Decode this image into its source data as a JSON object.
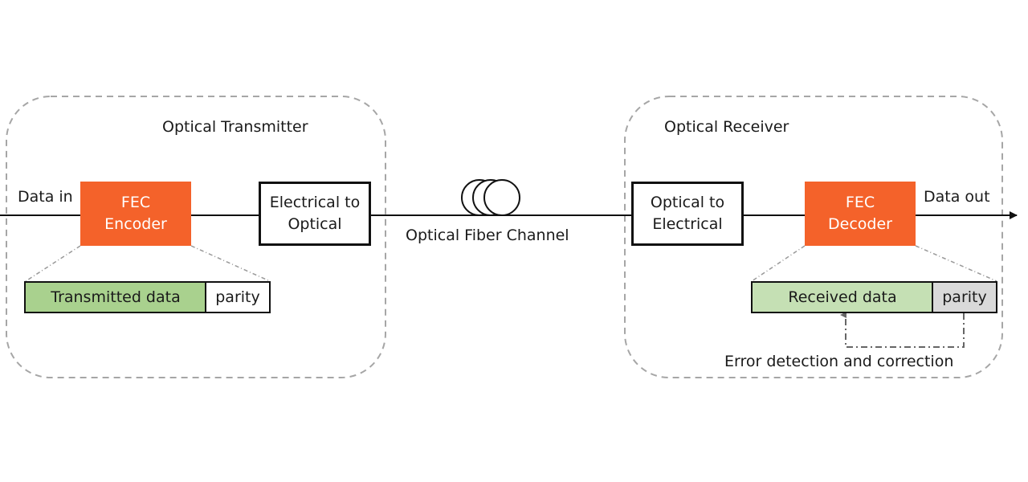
{
  "transmitter": {
    "title": "Optical Transmitter",
    "data_in": "Data in",
    "encoder": {
      "line1": "FEC",
      "line2": "Encoder",
      "color": "#f4622a"
    },
    "converter": {
      "line1": "Electrical to",
      "line2": "Optical"
    },
    "frame": {
      "data_label": "Transmitted data",
      "parity_label": "parity",
      "data_color": "#a9d18e",
      "parity_color": "#ffffff"
    }
  },
  "channel": {
    "label": "Optical Fiber Channel"
  },
  "receiver": {
    "title": "Optical Receiver",
    "converter": {
      "line1": "Optical to",
      "line2": "Electrical"
    },
    "decoder": {
      "line1": "FEC",
      "line2": "Decoder",
      "color": "#f4622a"
    },
    "data_out": "Data out",
    "frame": {
      "data_label": "Received data",
      "parity_label": "parity",
      "data_color": "#c5e0b4",
      "parity_color": "#d9d9d9"
    },
    "correction_label": "Error detection and correction"
  }
}
